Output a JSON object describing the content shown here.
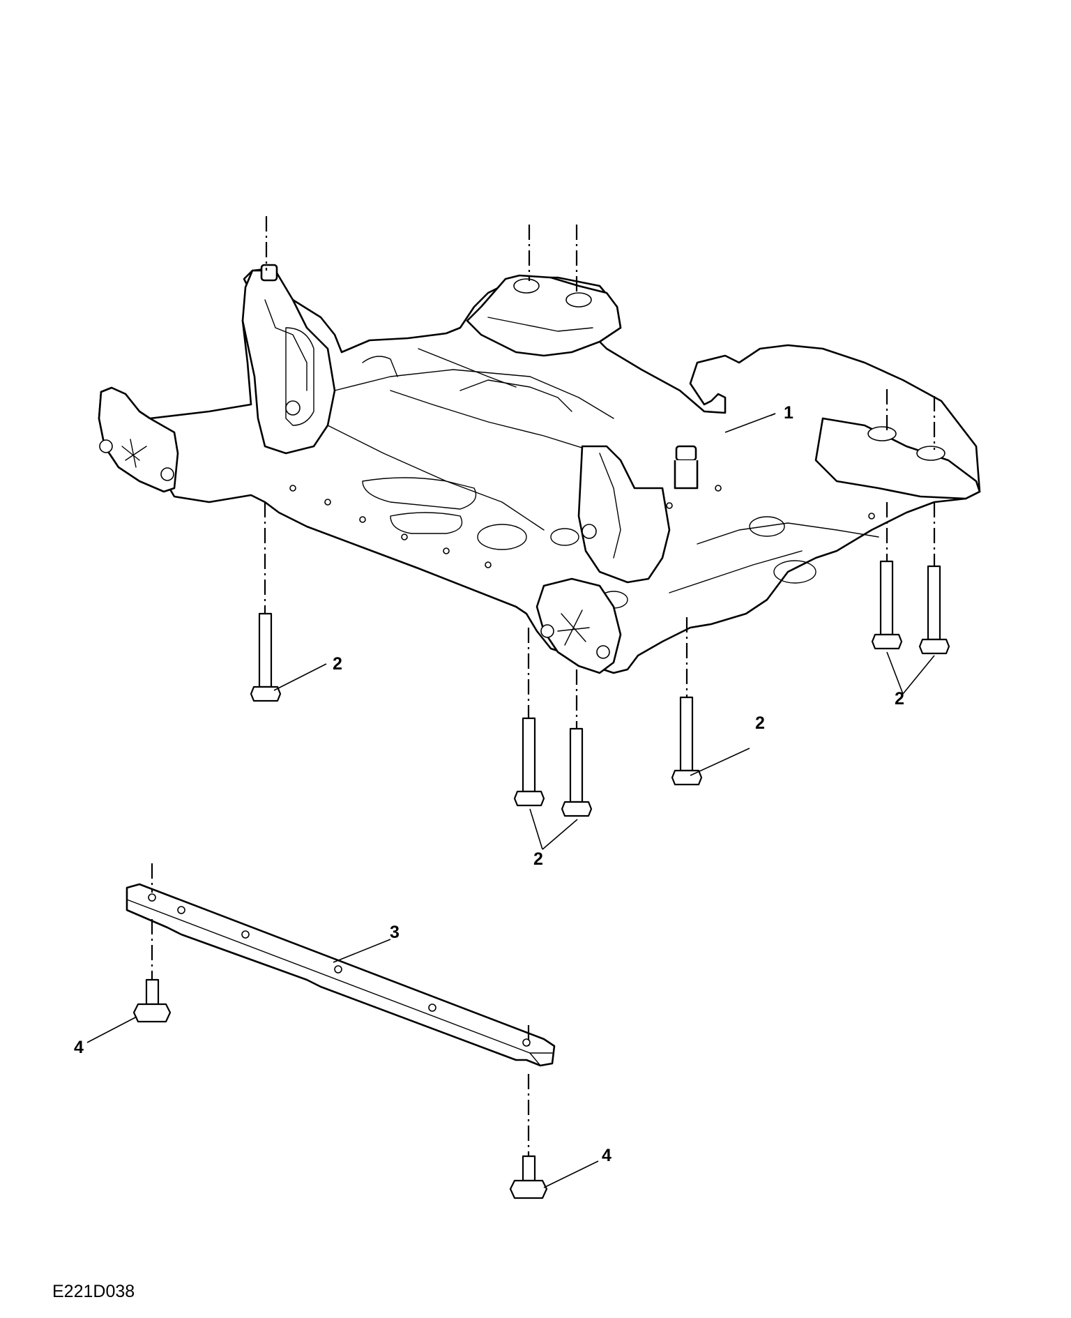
{
  "figure_id": "E221D038",
  "callouts": [
    {
      "key": "subframe",
      "label": "1"
    },
    {
      "key": "bolt_rear_left",
      "label": "2"
    },
    {
      "key": "bolts_front_pair",
      "label": "2"
    },
    {
      "key": "bolt_front_right",
      "label": "2"
    },
    {
      "key": "bolts_right_pair",
      "label": "2"
    },
    {
      "key": "brace",
      "label": "3"
    },
    {
      "key": "nut_left",
      "label": "4"
    },
    {
      "key": "nut_right",
      "label": "4"
    }
  ]
}
